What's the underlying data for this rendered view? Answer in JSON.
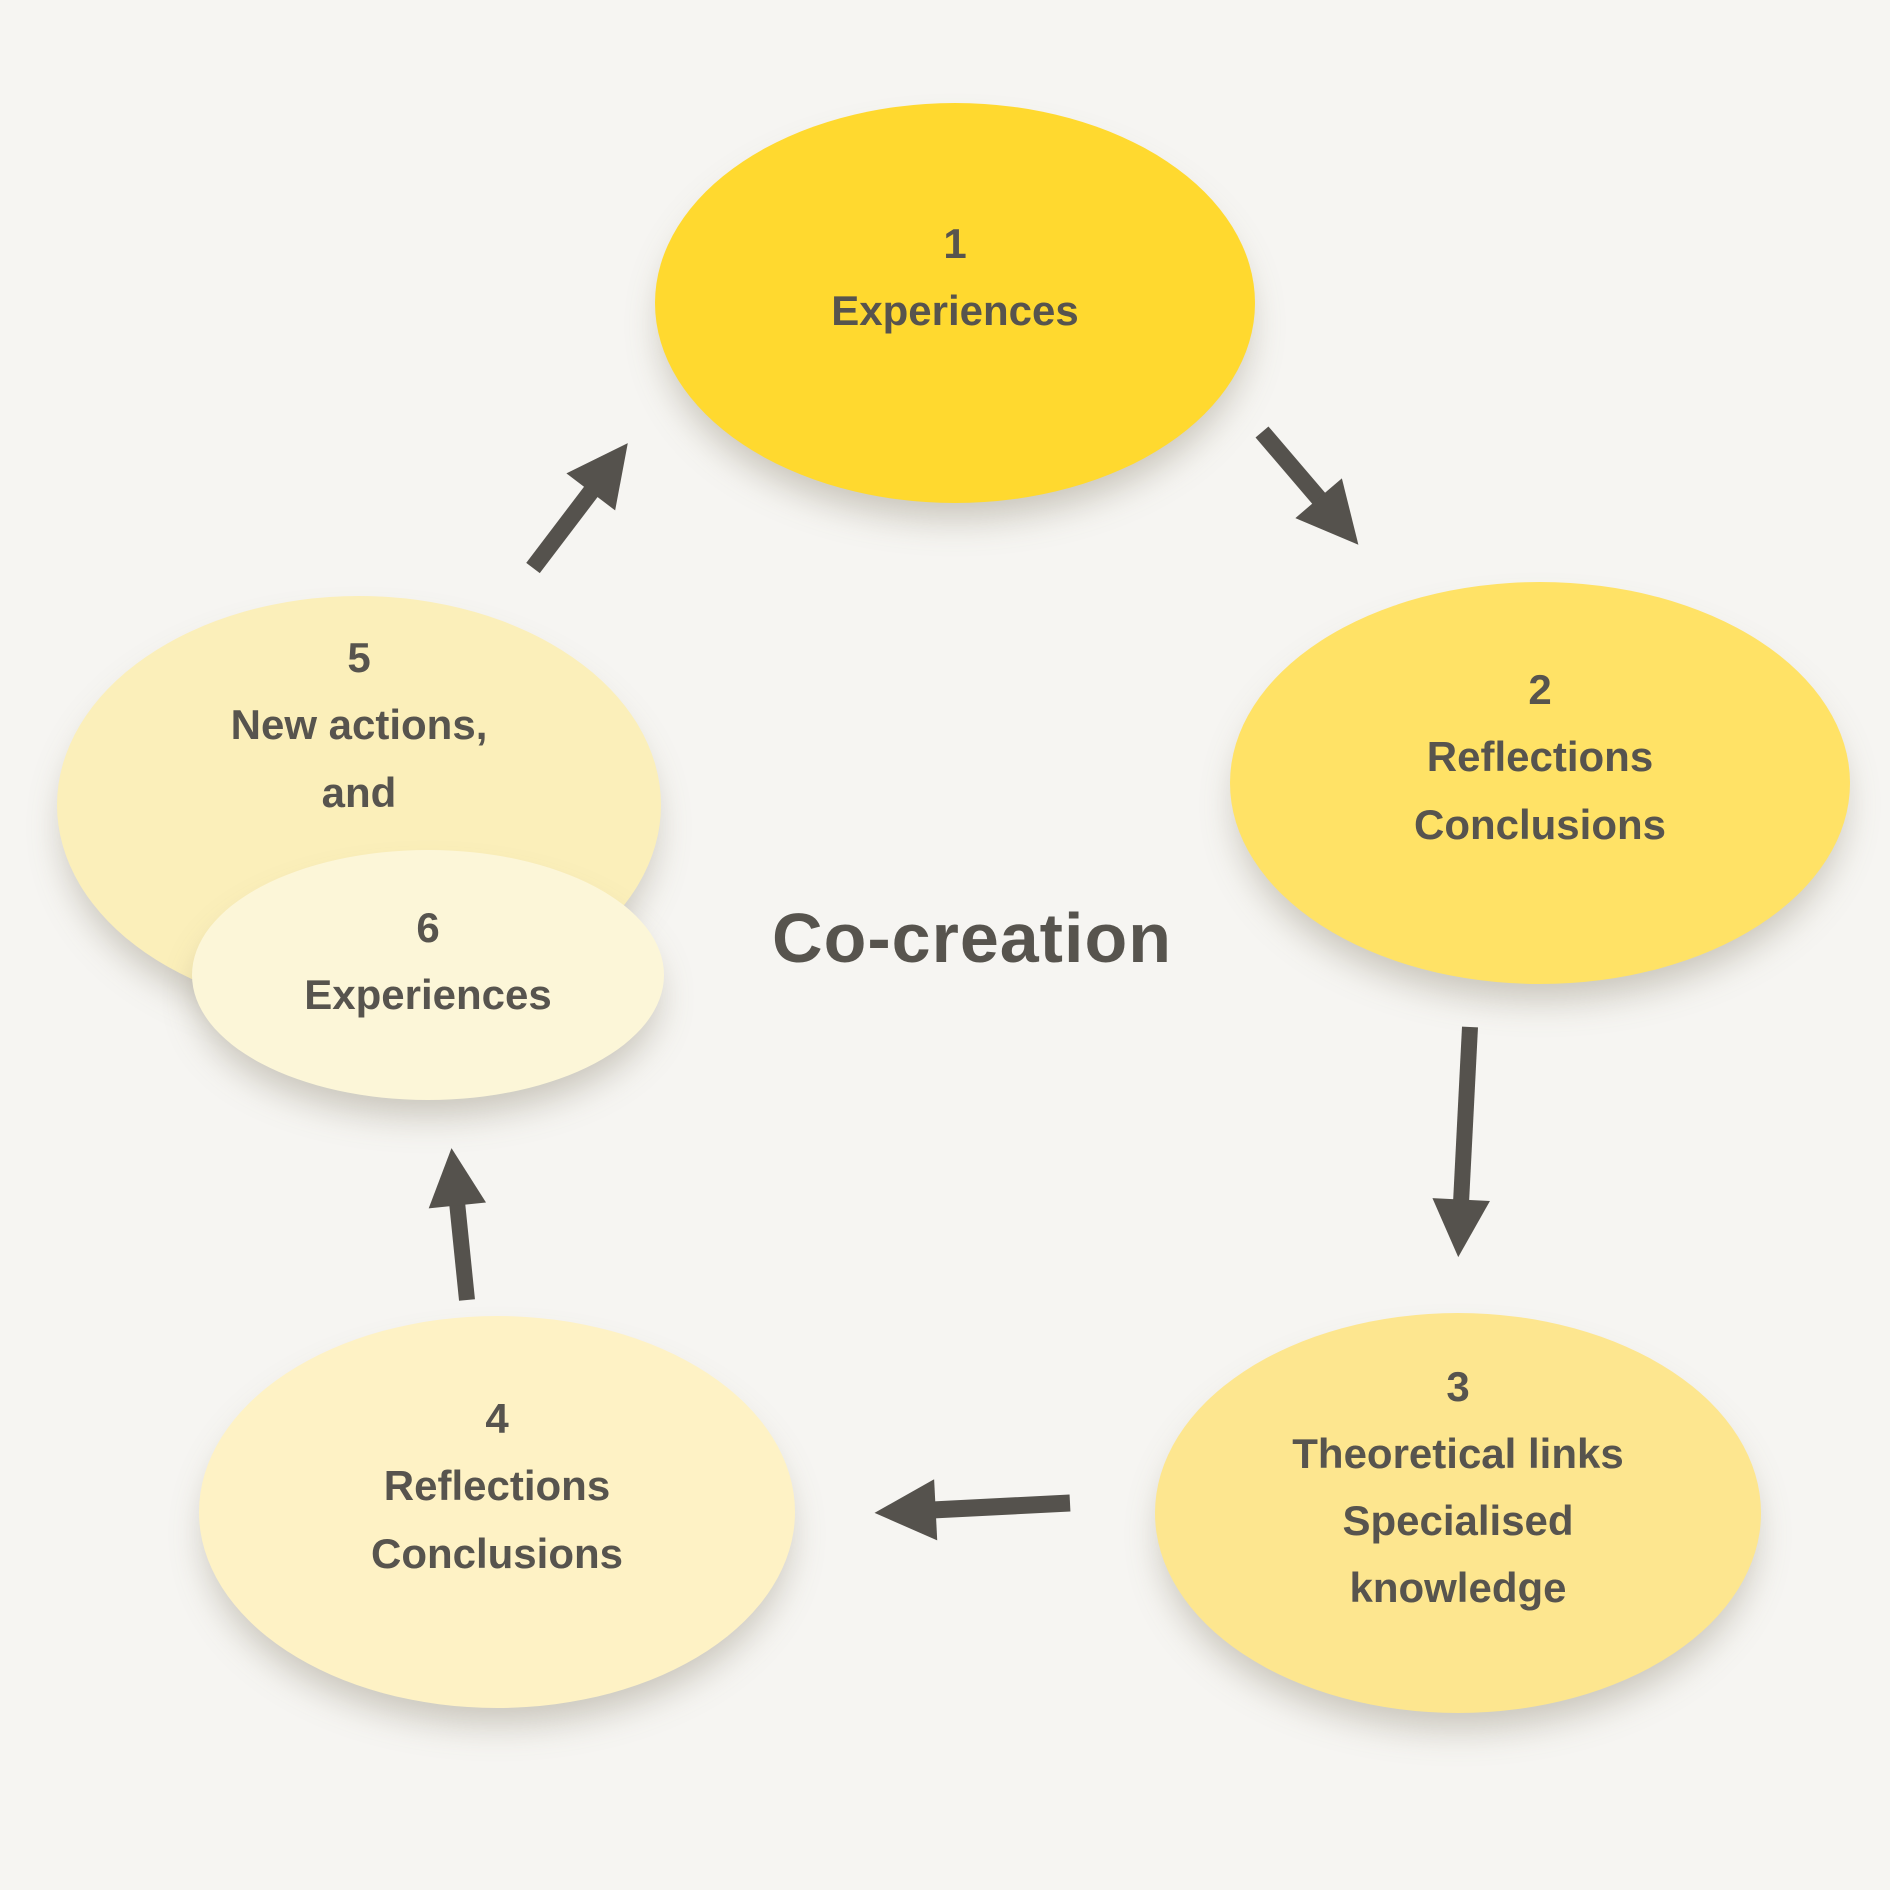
{
  "title": {
    "text": "Co-creation"
  },
  "colors": {
    "background": "#F6F5F2",
    "text": "#57544E",
    "arrow": "#55524D",
    "node1_fill": "#FFD92F",
    "node2_fill": "#FFE266",
    "node3_fill": "#FDE68F",
    "node4_fill": "#FEF2C5",
    "node5_fill": "#FBEFBA",
    "node6_fill": "#FCF6D8"
  },
  "nodes": [
    {
      "number": "1",
      "lines": [
        "Experiences"
      ],
      "fill": "#FFD92F"
    },
    {
      "number": "2",
      "lines": [
        "Reflections",
        "Conclusions"
      ],
      "fill": "#FFE266"
    },
    {
      "number": "3",
      "lines": [
        "Theoretical links",
        "Specialised knowledge"
      ],
      "fill": "#FDE68F"
    },
    {
      "number": "4",
      "lines": [
        "Reflections",
        "Conclusions"
      ],
      "fill": "#FEF2C5"
    },
    {
      "number": "5",
      "lines": [
        "New actions,",
        "and"
      ],
      "fill": "#FBEFBA"
    },
    {
      "number": "6",
      "lines": [
        "Experiences"
      ],
      "fill": "#FCF6D8"
    }
  ],
  "arrows": [
    {
      "name": "arrow-1-to-2"
    },
    {
      "name": "arrow-2-to-3"
    },
    {
      "name": "arrow-3-to-4"
    },
    {
      "name": "arrow-4-to-6"
    },
    {
      "name": "arrow-5-to-1"
    }
  ]
}
